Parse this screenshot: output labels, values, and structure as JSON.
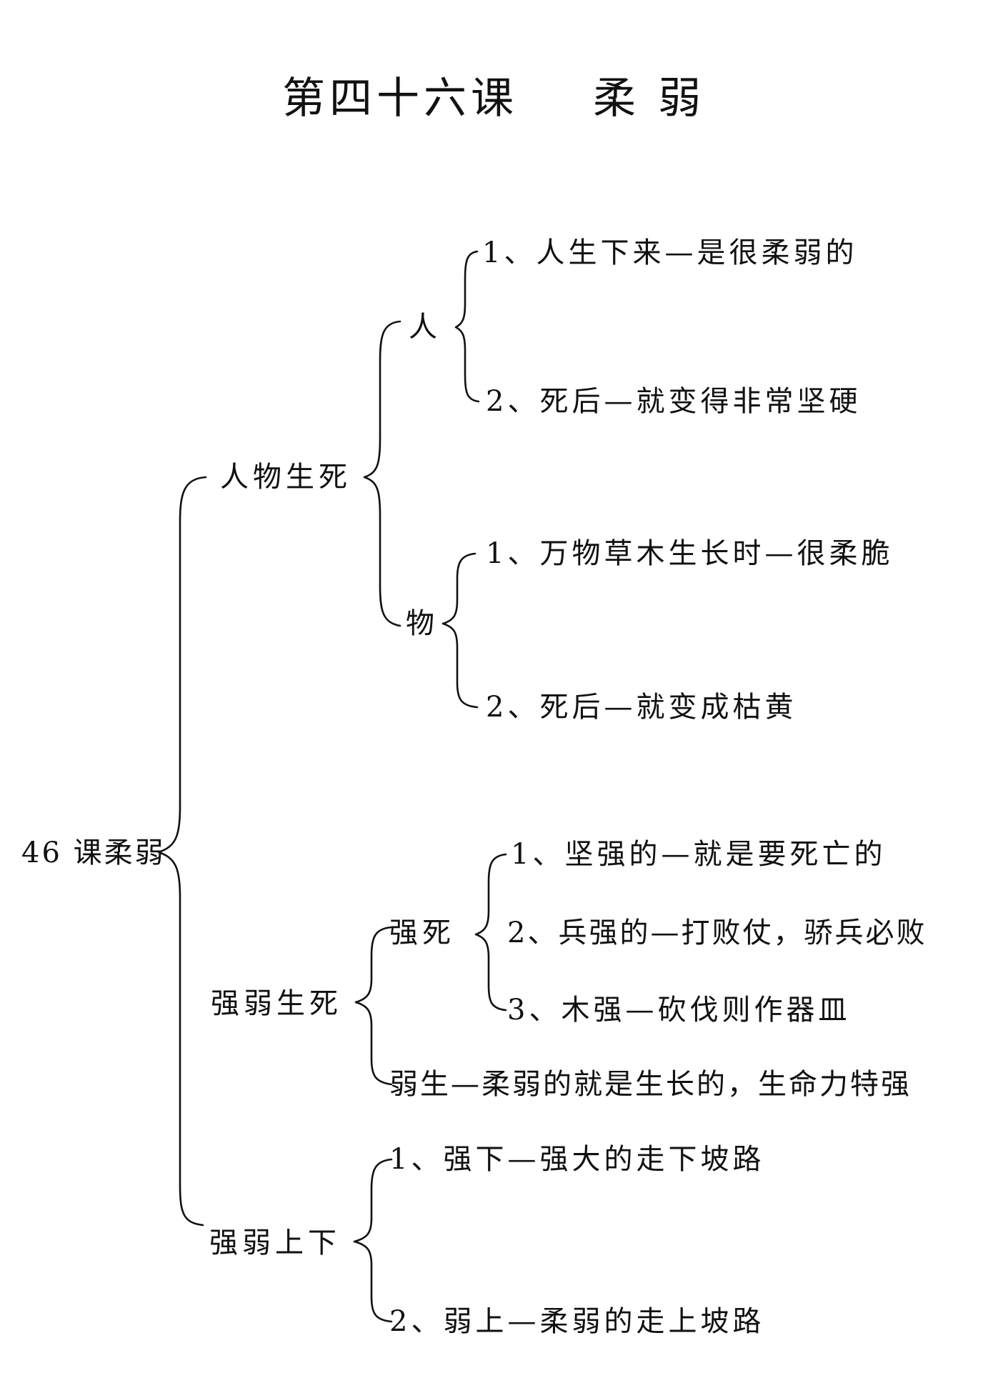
{
  "title": {
    "main": "第四十六课",
    "sub": "柔 弱"
  },
  "root": "46 课柔弱",
  "branch1": {
    "label": "人物生死",
    "person": {
      "label": "人",
      "items": [
        "1、人生下来—是很柔弱的",
        "2、死后—就变得非常坚硬"
      ]
    },
    "thing": {
      "label": "物",
      "items": [
        "1、万物草木生长时—很柔脆",
        "2、死后—就变成枯黄"
      ]
    }
  },
  "branch2": {
    "label": "强弱生死",
    "strong_death": {
      "label": "强死",
      "items": [
        "1、坚强的—就是要死亡的",
        "2、兵强的—打败仗，骄兵必败",
        "3、木强—砍伐则作器皿"
      ]
    },
    "weak_life": "弱生—柔弱的就是生长的，生命力特强"
  },
  "branch3": {
    "label": "强弱上下",
    "items": [
      "1、强下—强大的走下坡路",
      "2、弱上—柔弱的走上坡路"
    ]
  }
}
